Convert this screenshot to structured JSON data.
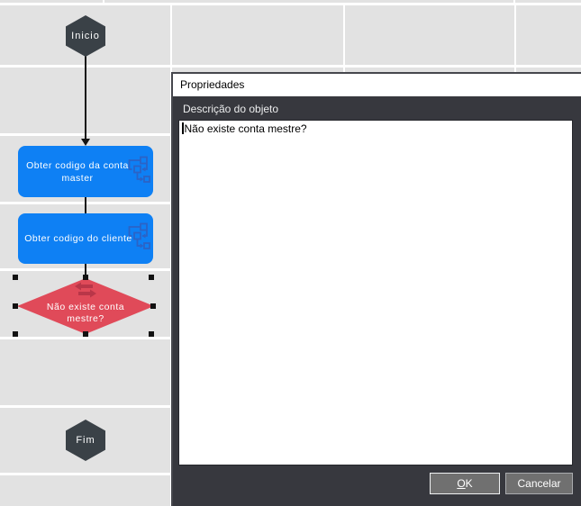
{
  "diagram": {
    "nodes": {
      "start": {
        "label": "Inicio"
      },
      "step1": {
        "label": "Obter codigo da conta master"
      },
      "step2": {
        "label": "Obter codigo do cliente"
      },
      "decision": {
        "label": "Não existe conta mestre?"
      },
      "end": {
        "label": "Fim"
      }
    },
    "colors": {
      "process_blue": "#0e80f4",
      "process_icon_blue": "#2b63c6",
      "decision_red": "#e04a59",
      "decision_icon_red": "#b93648",
      "terminator_dark": "#3a4147",
      "grid_cell_gray": "#e2e2e2"
    }
  },
  "dialog": {
    "title": "Propriedades",
    "description_label": "Descrição do objeto",
    "textarea_value": "Não existe conta mestre?",
    "buttons": {
      "ok": {
        "mnemonic": "O",
        "rest": "K"
      },
      "cancel": "Cancelar"
    },
    "colors": {
      "body_dark": "#37383e",
      "button_gray": "#707070"
    }
  }
}
